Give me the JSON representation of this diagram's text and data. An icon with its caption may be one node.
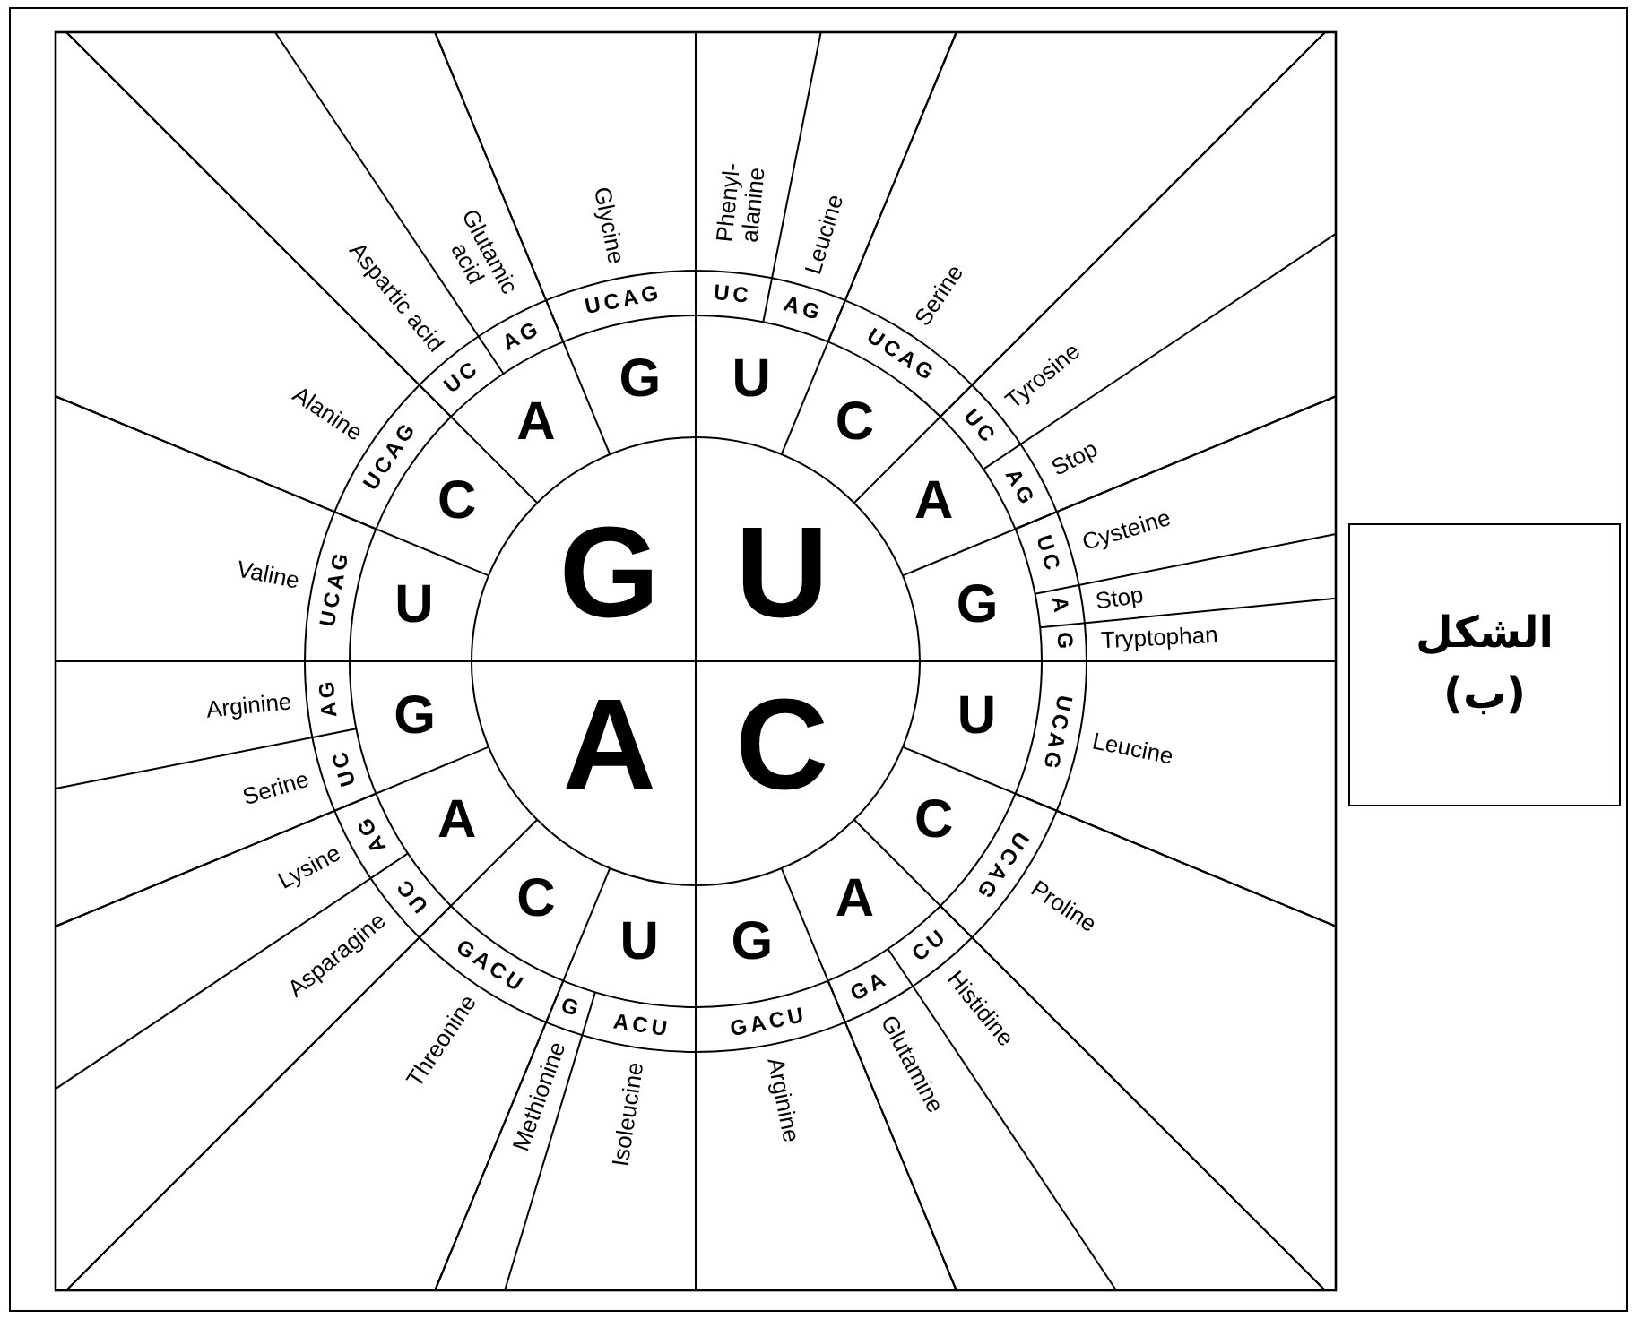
{
  "diagram": {
    "nodes": [
      {
        "text": [
          "الشكل (ب)"
        ]
      }
    ],
    "labels": [
      "U",
      "C",
      "A",
      "G",
      "U",
      "C",
      "A",
      "G",
      "U",
      "C",
      "A",
      "G",
      "U",
      "C",
      "A",
      "G",
      "U",
      "C",
      "A",
      "G",
      "UC",
      "AG",
      "UCAG",
      "UC",
      "AG",
      "UC",
      "A",
      "G",
      "UCAG",
      "UCAG",
      "CU",
      "GA",
      "GACU",
      "ACU",
      "G",
      "GACU",
      "UC",
      "AG",
      "UC",
      "AG",
      "UCAG",
      "UCAG",
      "UC",
      "AG",
      "UCAG",
      "Phenyl- alanine",
      "Leucine",
      "Serine",
      "Tyrosine",
      "Stop",
      "Cysteine",
      "Stop",
      "Tryptophan",
      "Leucine",
      "Proline",
      "Histidine",
      "Glutamine",
      "Arginine",
      "Isoleucine",
      "Methionine",
      "Threonine",
      "Asparagine",
      "Lysine",
      "Serine",
      "Arginine",
      "Valine",
      "Alanine",
      "Aspartic acid",
      "Glutamic acid",
      "Glycine"
    ]
  }
}
